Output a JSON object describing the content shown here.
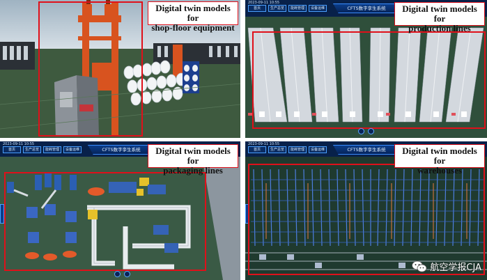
{
  "panels": {
    "shop_floor": {
      "callout": [
        "Digital twin models for",
        "shop-floor equipment"
      ]
    },
    "production": {
      "callout": [
        "Digital twin models for",
        "production lines"
      ],
      "hud": {
        "date": "2023-09-11 10:55",
        "title": "CFTS数字孪生系统",
        "buttons": [
          "首页",
          "生产总览",
          "能耗管理",
          "设备运维"
        ]
      }
    },
    "packaging": {
      "callout": [
        "Digital twin models for",
        "packaging lines"
      ],
      "hud": {
        "date": "2023-09-11 10:55",
        "title": "CFTS数字孪生系统",
        "buttons": [
          "首页",
          "生产总览",
          "能耗管理",
          "设备运维"
        ]
      }
    },
    "warehouse": {
      "callout": [
        "Digital twin models for",
        "warehouses"
      ],
      "hud": {
        "date": "2023-09-11 10:55",
        "title": "CFTS数字孪生系统",
        "buttons": [
          "首页",
          "生产总览",
          "能耗管理",
          "设备运维"
        ]
      }
    }
  },
  "watermark": {
    "text": "航空学报CJA",
    "icon": "wechat-icon"
  },
  "colors": {
    "highlight_red": "#e0101a",
    "hud_blue": "#0b3d8a",
    "floor_green": "#3f5a3c"
  }
}
